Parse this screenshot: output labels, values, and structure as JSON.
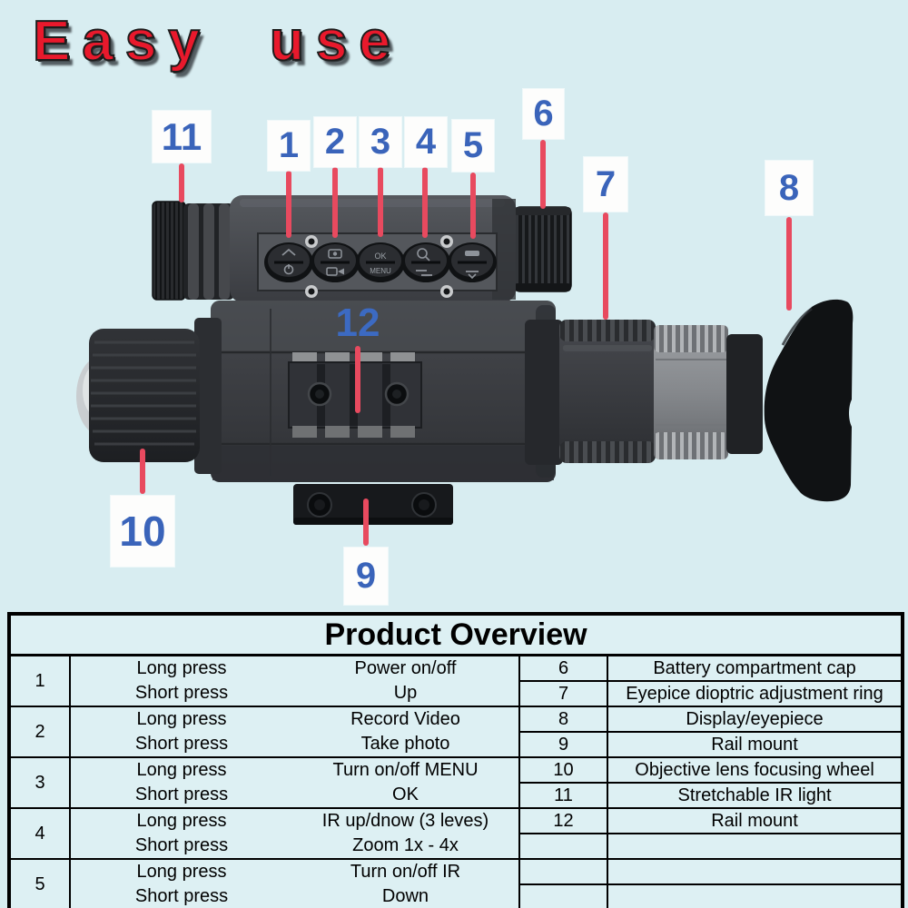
{
  "header": {
    "title": "Easy use"
  },
  "callouts": [
    {
      "number": "1"
    },
    {
      "number": "2"
    },
    {
      "number": "3"
    },
    {
      "number": "4"
    },
    {
      "number": "5"
    },
    {
      "number": "6"
    },
    {
      "number": "7"
    },
    {
      "number": "8"
    },
    {
      "number": "9"
    },
    {
      "number": "10"
    },
    {
      "number": "11"
    },
    {
      "number": "12"
    }
  ],
  "device": {
    "button3_top": "OK",
    "button3_bottom": "MENU",
    "button_names": [
      "power-up-button",
      "photo-video-button",
      "ok-menu-button",
      "zoom-ir-button",
      "ir-down-button"
    ]
  },
  "table": {
    "title": "Product Overview",
    "press_labels": {
      "long": "Long press",
      "short": "Short press"
    },
    "left_rows": [
      {
        "num": "1",
        "long": "Power on/off",
        "short": "Up"
      },
      {
        "num": "2",
        "long": "Record Video",
        "short": "Take photo"
      },
      {
        "num": "3",
        "long": "Turn on/off MENU",
        "short": "OK"
      },
      {
        "num": "4",
        "long": "IR up/dnow (3 leves)",
        "short": "Zoom 1x - 4x"
      },
      {
        "num": "5",
        "long": "Turn on/off IR",
        "short": "Down"
      }
    ],
    "right_rows": [
      {
        "num": "6",
        "desc": "Battery compartment cap"
      },
      {
        "num": "7",
        "desc": "Eyepice dioptric adjustment ring"
      },
      {
        "num": "8",
        "desc": "Display/eyepiece"
      },
      {
        "num": "9",
        "desc": "Rail mount"
      },
      {
        "num": "10",
        "desc": "Objective lens focusing wheel"
      },
      {
        "num": "11",
        "desc": "Stretchable IR light"
      },
      {
        "num": "12",
        "desc": "Rail mount"
      },
      {
        "num": "",
        "desc": ""
      },
      {
        "num": "",
        "desc": ""
      },
      {
        "num": "",
        "desc": ""
      }
    ]
  },
  "colors": {
    "background": "#d8edf1",
    "title_red": "#e9192c",
    "callout_blue": "#3a64ba",
    "leader_line_red": "#e84a5f",
    "table_line": "#000000",
    "patch_white": "#fdfdfc"
  }
}
